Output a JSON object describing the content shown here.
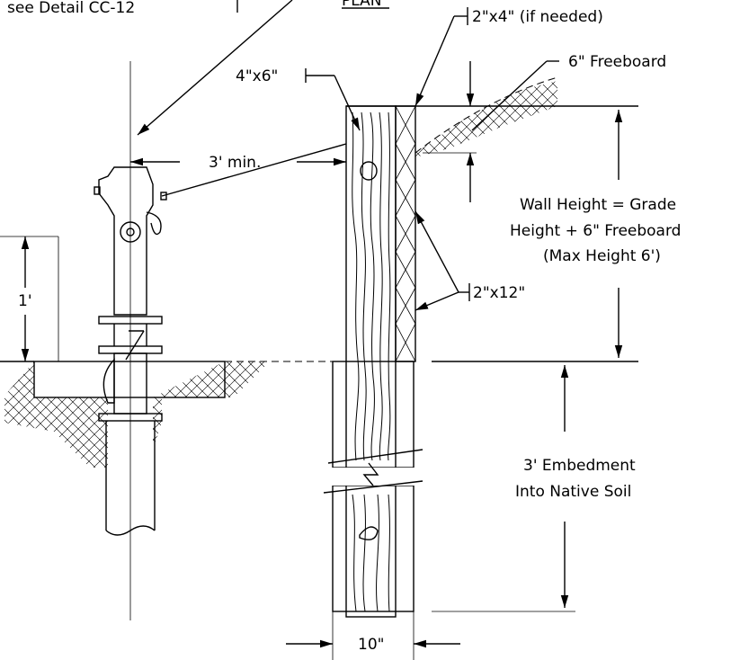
{
  "labels": {
    "detail_ref": "see Detail CC-12",
    "plan": "PLAN",
    "lumber_2x4": "2\"x4\" (if needed)",
    "freeboard": "6\" Freeboard",
    "post_4x6": "4\"x6\"",
    "clearance": "3' min.",
    "wall_height_1": "Wall Height = Grade",
    "wall_height_2": "Height + 6\" Freeboard",
    "wall_height_3": "(Max Height 6')",
    "one_foot": "1'",
    "lumber_2x12": "2\"x12\"",
    "embed_1": "3' Embedment",
    "embed_2": "Into Native Soil",
    "width_10": "10\""
  }
}
